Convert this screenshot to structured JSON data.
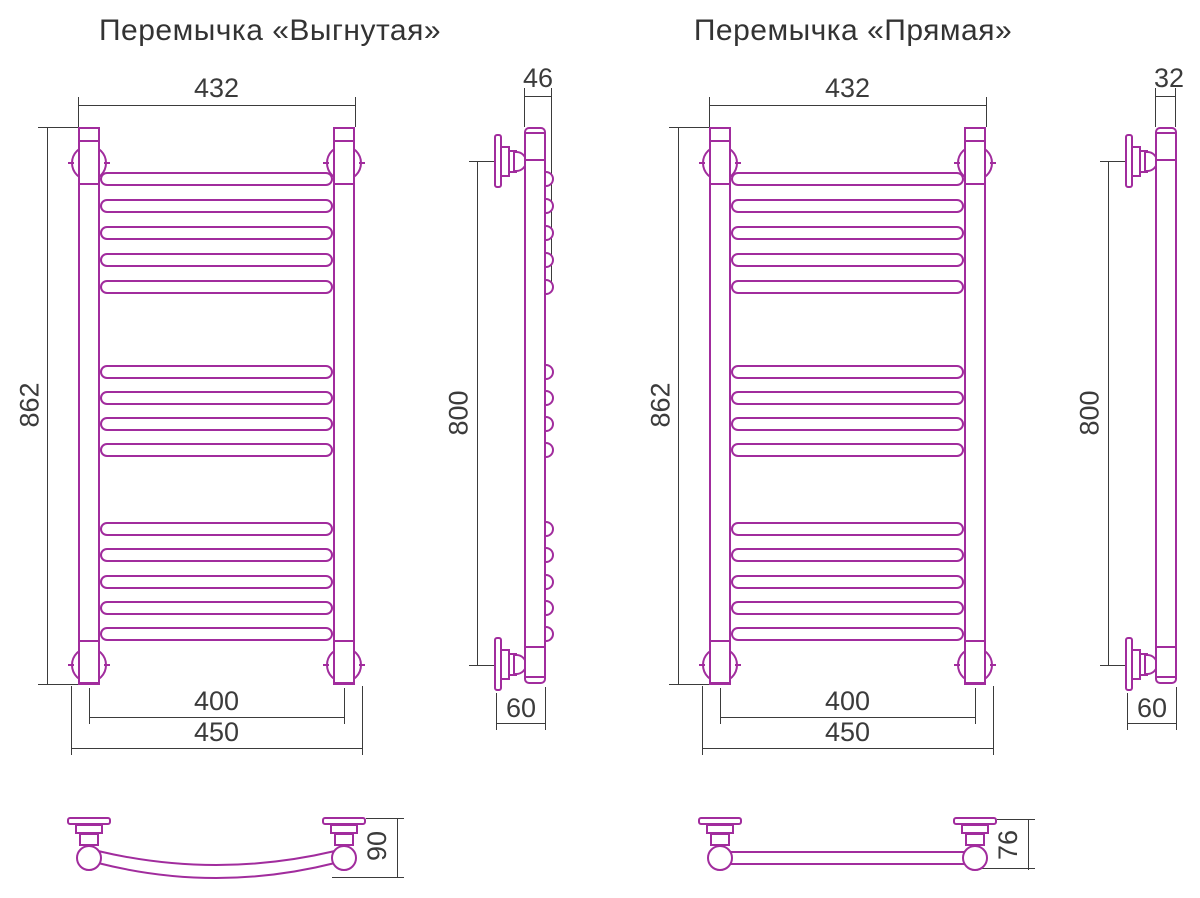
{
  "colors": {
    "product_line": "#A12C9D",
    "dimension_line": "#3B3B3B"
  },
  "figures": {
    "curved": {
      "title": "Перемычка «Выгнутая»",
      "front": {
        "top_width": "432",
        "height": "862",
        "axle_width": "400",
        "overall_width": "450"
      },
      "side": {
        "depth": "46",
        "mount_height": "800",
        "bottom_offset": "60"
      },
      "plan": {
        "depth": "90"
      },
      "rung_groups": [
        5,
        4,
        5
      ]
    },
    "straight": {
      "title": "Перемычка «Прямая»",
      "front": {
        "top_width": "432",
        "height": "862",
        "axle_width": "400",
        "overall_width": "450"
      },
      "side": {
        "depth": "32",
        "mount_height": "800",
        "bottom_offset": "60"
      },
      "plan": {
        "depth": "76"
      },
      "rung_groups": [
        5,
        4,
        5
      ]
    }
  }
}
